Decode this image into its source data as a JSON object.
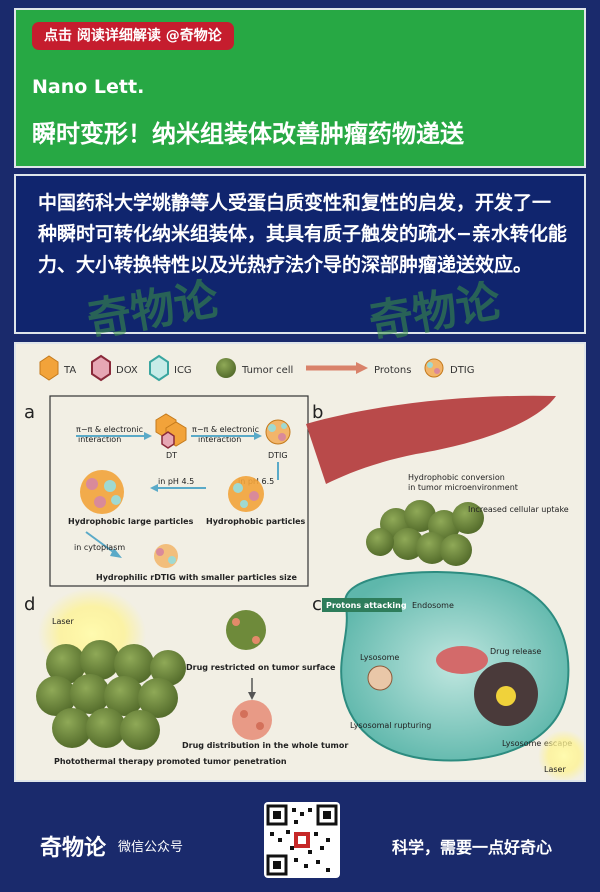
{
  "header": {
    "banner": "点击 阅读详细解读 @奇物论",
    "journal": "Nano Lett.",
    "headline": "瞬时变形！纳米组装体改善肿瘤药物递送"
  },
  "summary": {
    "text": "中国药科大学姚静等人受蛋白质变性和复性的启发，开发了一种瞬时可转化纳米组装体，其具有质子触发的疏水−亲水转化能力、大小转换特性以及光热疗法介导的深部肿瘤递送效应。",
    "watermark": "奇物论"
  },
  "figure": {
    "legend": {
      "ta": "TA",
      "dox": "DOX",
      "icg": "ICG",
      "tumor_cell": "Tumor cell",
      "protons": "Protons",
      "dtig": "DTIG"
    },
    "panel_a": {
      "label": "a",
      "pi_left": "π−π & electronic",
      "int_left": "interaction",
      "pi_right": "π−π & electronic",
      "int_right": "interaction",
      "dt": "DT",
      "dtig": "DTIG",
      "ph45": "in pH 4.5",
      "ph65": "in pH 6.5",
      "large": "Hydrophobic large particles",
      "particles": "Hydrophobic particles",
      "cytoplasm": "in  cytoplasm",
      "rdtig": "Hydrophilic rDTIG with smaller particles size"
    },
    "panel_b": {
      "label": "b",
      "conversion": "Hydrophobic conversion",
      "micro": "in tumor microenvironment",
      "uptake": "Increased cellular uptake"
    },
    "panel_c": {
      "label": "c",
      "protons_attacking": "Protons attacking",
      "endosome": "Endosome",
      "lysosome": "Lysosome",
      "drug_release": "Drug release",
      "rupturing": "Lysosomal rupturing",
      "escape": "Lysosome escape",
      "laser": "Laser"
    },
    "panel_d": {
      "label": "d",
      "laser": "Laser",
      "restricted": "Drug  restricted on tumor surface",
      "distribution": "Drug distribution in the whole tumor",
      "ptt": "Photothermal therapy promoted tumor penetration"
    }
  },
  "footer": {
    "brand": "奇物论",
    "brand_sub": "微信公众号",
    "slogan": "科学，需要一点好奇心"
  }
}
